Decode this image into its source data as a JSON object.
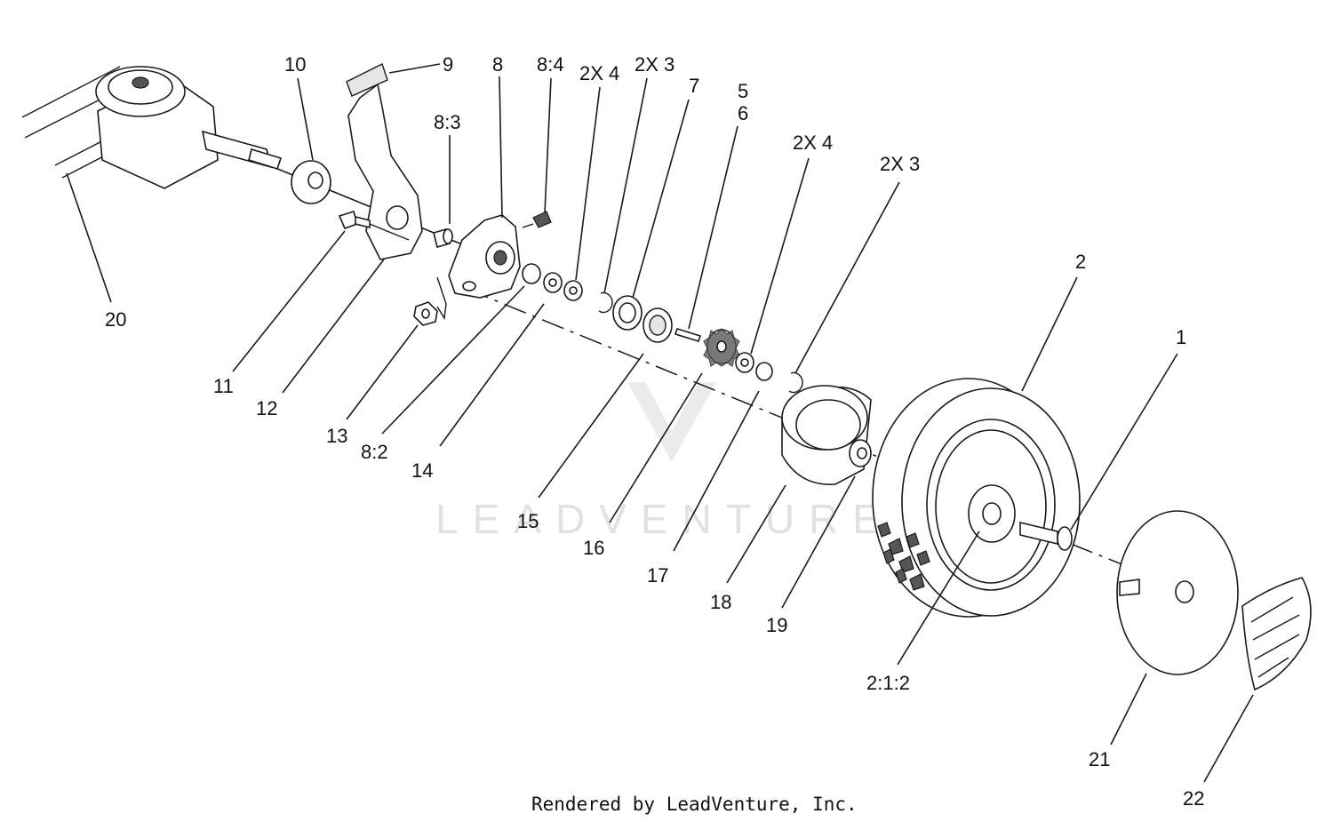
{
  "diagram": {
    "callouts": [
      {
        "id": "c-20",
        "text": "20"
      },
      {
        "id": "c-10",
        "text": "10"
      },
      {
        "id": "c-9",
        "text": "9"
      },
      {
        "id": "c-8",
        "text": "8"
      },
      {
        "id": "c-8-4",
        "text": "8:4"
      },
      {
        "id": "c-8-3",
        "text": "8:3"
      },
      {
        "id": "c-2x4-a",
        "text": "2X 4"
      },
      {
        "id": "c-2x3-a",
        "text": "2X 3"
      },
      {
        "id": "c-7",
        "text": "7"
      },
      {
        "id": "c-5",
        "text": "5"
      },
      {
        "id": "c-6",
        "text": "6"
      },
      {
        "id": "c-2x4-b",
        "text": "2X 4"
      },
      {
        "id": "c-2x3-b",
        "text": "2X 3"
      },
      {
        "id": "c-2",
        "text": "2"
      },
      {
        "id": "c-1",
        "text": "1"
      },
      {
        "id": "c-11",
        "text": "11"
      },
      {
        "id": "c-12",
        "text": "12"
      },
      {
        "id": "c-13",
        "text": "13"
      },
      {
        "id": "c-8-2",
        "text": "8:2"
      },
      {
        "id": "c-14",
        "text": "14"
      },
      {
        "id": "c-15",
        "text": "15"
      },
      {
        "id": "c-16",
        "text": "16"
      },
      {
        "id": "c-17",
        "text": "17"
      },
      {
        "id": "c-18",
        "text": "18"
      },
      {
        "id": "c-19",
        "text": "19"
      },
      {
        "id": "c-2-1-2",
        "text": "2:1:2"
      },
      {
        "id": "c-21",
        "text": "21"
      },
      {
        "id": "c-22",
        "text": "22"
      }
    ],
    "watermark": "LEADVENTURE",
    "footer": "Rendered by LeadVenture, Inc."
  }
}
